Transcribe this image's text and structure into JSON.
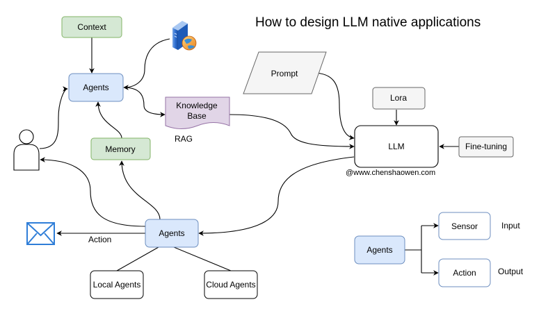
{
  "title": "How to design LLM native applications",
  "watermark": "@www.chenshaowen.com",
  "nodes": {
    "context": "Context",
    "agents_top": "Agents",
    "memory": "Memory",
    "knowledge_base_line1": "Knowledge",
    "knowledge_base_line2": "Base",
    "rag": "RAG",
    "prompt": "Prompt",
    "lora": "Lora",
    "llm": "LLM",
    "fine_tuning": "Fine-tuning",
    "agents_center": "Agents",
    "action_label": "Action",
    "local_agents": "Local Agents",
    "cloud_agents": "Cloud Agents",
    "legend_agents": "Agents",
    "sensor": "Sensor",
    "legend_action": "Action",
    "input": "Input",
    "output": "Output"
  },
  "icons": {
    "user": "user-icon",
    "mail": "envelope-icon",
    "server": "server-globe-icon"
  },
  "colors": {
    "green_fill": "#d5e8d4",
    "green_stroke": "#82b366",
    "blue_fill": "#dae8fc",
    "blue_stroke": "#6c8ebf",
    "purple_fill": "#e1d5e7",
    "purple_stroke": "#9673a6",
    "gray_fill": "#f5f5f5",
    "gray_stroke": "#666666",
    "mail_blue": "#2f7ed8"
  }
}
